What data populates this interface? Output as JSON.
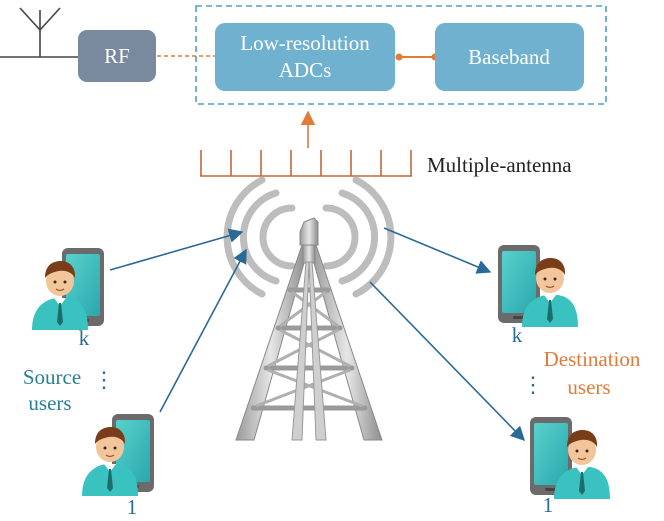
{
  "blocks": {
    "rf": "RF",
    "adc_line1": "Low-resolution",
    "adc_line2": "ADCs",
    "baseband": "Baseband"
  },
  "labels": {
    "antenna_array": "Multiple-antenna",
    "source_line1": "Source",
    "source_line2": "users",
    "destination_line1": "Destination",
    "destination_line2": "users",
    "source_user_k": "k",
    "source_user_1": "1",
    "dest_user_k": "k",
    "dest_user_1": "1",
    "source_ellipsis": "⋮",
    "dest_ellipsis": "⋮"
  },
  "colors": {
    "rf_block": "#7a8a9e",
    "adc_block": "#6fb1cf",
    "baseband_block": "#6fb1cf",
    "dashed_frame": "#4fa0c8",
    "connector_orange": "#e07b39",
    "arrow_blue": "#2a6a96",
    "source_text": "#2a7f96",
    "destination_text": "#e07b39",
    "phone_screen": "#3fbfbf",
    "phone_body": "#6b6b6b"
  },
  "icons": {
    "tower": "cell-tower-icon",
    "antenna": "antenna-icon",
    "user": "user-with-phone-icon"
  }
}
